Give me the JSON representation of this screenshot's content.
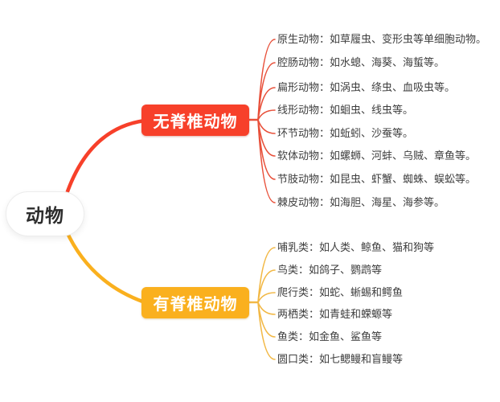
{
  "root": {
    "label": "动物"
  },
  "colors": {
    "invertebrate_accent": "#F7402A",
    "vertebrate_accent": "#FAB01E",
    "leaf_text": "#3E3E3E",
    "background": "#FFFFFF"
  },
  "branches": [
    {
      "label": "无脊椎动物",
      "color": "#F7402A",
      "items": [
        "原生动物：如草履虫、变形虫等单细胞动物。",
        "腔肠动物：如水螅、海葵、海蜇等。",
        "扁形动物：如涡虫、绦虫、血吸虫等。",
        "线形动物：如蛔虫、线虫等。",
        "环节动物：如蚯蚓、沙蚕等。",
        "软体动物：如螺蛳、河蚌、乌贼、章鱼等。",
        "节肢动物：如昆虫、虾蟹、蜘蛛、蜈蚣等。",
        "棘皮动物：如海胆、海星、海参等。"
      ]
    },
    {
      "label": "有脊椎动物",
      "color": "#FAB01E",
      "items": [
        "哺乳类：如人类、鲸鱼、猫和狗等",
        "鸟类：如鸽子、鹦鹉等",
        "爬行类：如蛇、蜥蜴和鳄鱼",
        "两栖类：如青蛙和蝾螈等",
        "鱼类：如金鱼、鲨鱼等",
        "圆口类：如七鳃鳗和盲鳗等"
      ]
    }
  ]
}
